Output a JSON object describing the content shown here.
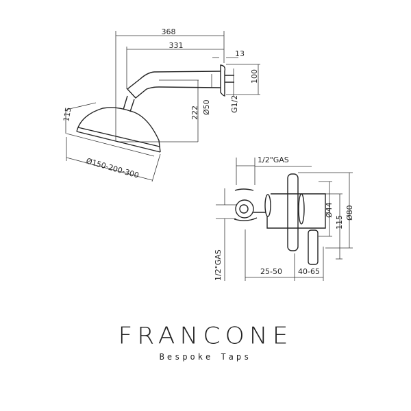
{
  "shower_head_drawing": {
    "dims": {
      "total_length": "368",
      "arm_length": "331",
      "flange": "13",
      "flange_height": "100",
      "arm_diameter": "Ø50",
      "drop": "222",
      "thread": "G1/2",
      "head_height": "115",
      "head_diameter": "Ø150-200-300"
    }
  },
  "valve_drawing": {
    "dims": {
      "inlet_top": "1/2\"GAS",
      "inlet_side": "1/2\"GAS",
      "depth_1": "25-50",
      "depth_2": "40-65",
      "diameter_small": "Ø44",
      "height": "115",
      "diameter_large": "Ø80"
    }
  },
  "logo": {
    "brand": "FRANCONE",
    "tagline": "Bespoke Taps"
  }
}
